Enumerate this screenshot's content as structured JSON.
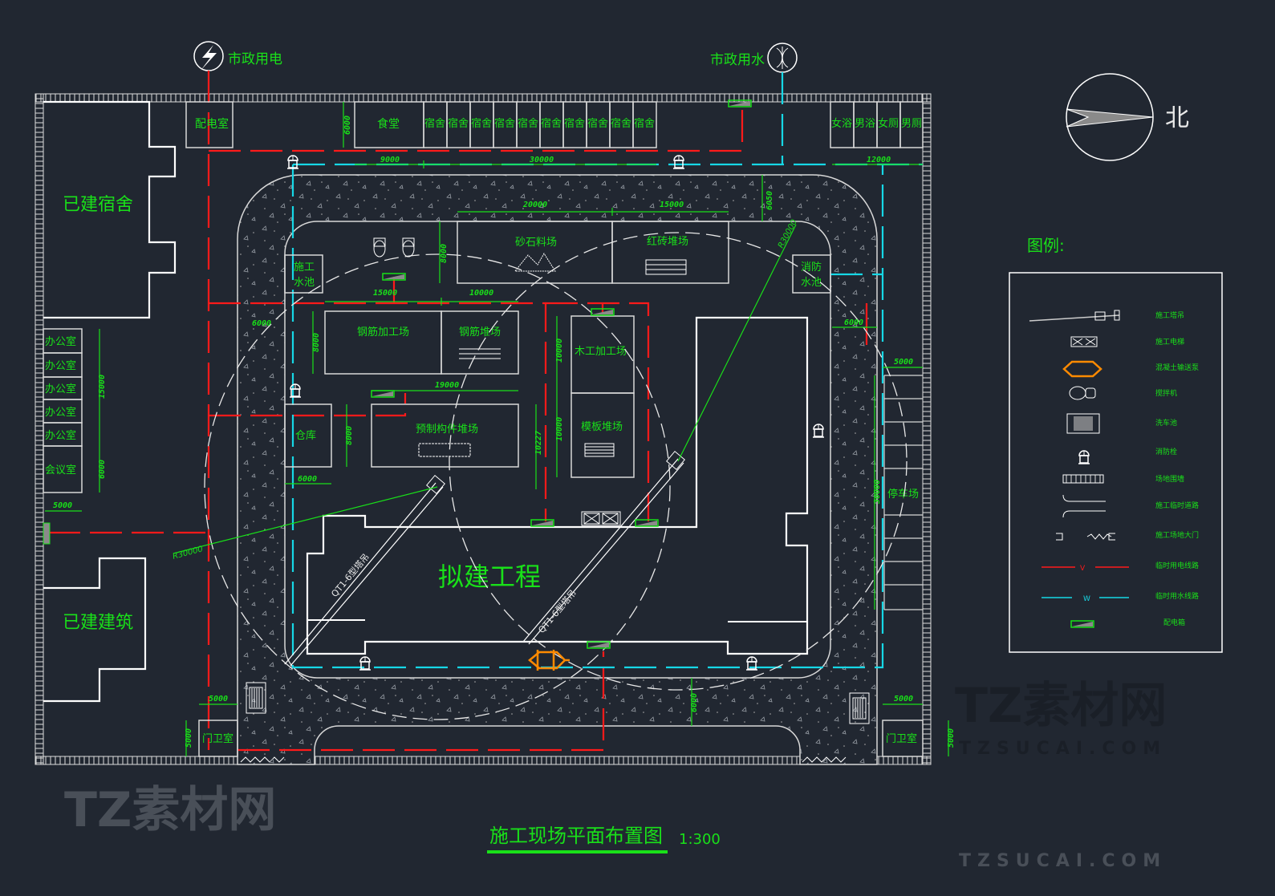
{
  "utilities": {
    "power": "市政用电",
    "water": "市政用水"
  },
  "top_buildings": {
    "power_room": "配电室",
    "canteen": "食堂",
    "dorms": [
      "宿舍",
      "宿舍",
      "宿舍",
      "宿舍",
      "宿舍",
      "宿舍",
      "宿舍",
      "宿舍",
      "宿舍",
      "宿舍"
    ],
    "sanitary": [
      "女浴",
      "男浴",
      "女厕",
      "男厕"
    ]
  },
  "existing": {
    "dorm": "已建宿舍",
    "building": "已建建筑"
  },
  "offices": [
    "办公室",
    "办公室",
    "办公室",
    "办公室",
    "办公室",
    "会议室"
  ],
  "site": {
    "construction_pool": [
      "施工",
      "水池"
    ],
    "fire_pool": [
      "消防",
      "水池"
    ],
    "sand_yard": "砂石料场",
    "brick_yard": "红砖堆场",
    "rebar_shop": "钢筋加工场",
    "rebar_yard": "钢筋堆场",
    "carpentry": "木工加工场",
    "formwork_yard": "模板堆场",
    "warehouse": "仓库",
    "precast_yard": "预制构件堆场",
    "project": "拟建工程",
    "parking": "停车场",
    "guard_left": "门卫室",
    "guard_right": "门卫室",
    "crane_label_1": "QT1-6型塔吊",
    "crane_label_2": "QT1-6型塔吊",
    "radius_1": "R30000",
    "radius_2": "R30000"
  },
  "dimensions": {
    "d_top_6000": "6000",
    "d_9000": "9000",
    "d_30000": "30000",
    "d_12000": "12000",
    "d_20000": "20000",
    "d_15000a": "15000",
    "d_6050": "6050",
    "d_8000a": "8000",
    "d_15000b": "15000",
    "d_10000a": "10000",
    "d_6000l": "6000",
    "d_8000b": "8000",
    "d_19000": "19000",
    "d_8000c": "8000",
    "d_6000w": "6000",
    "d_10227": "10227",
    "d_10000b": "10000",
    "d_10000c": "10000",
    "d_6000r": "6000",
    "d_5000r": "5000",
    "d_30000r": "30000",
    "d_15000o": "15000",
    "d_6000o": "6000",
    "d_5000o": "5000",
    "d_5000gl": "5000",
    "d_5000glv": "5000",
    "d_6000b": "6000",
    "d_5000gr": "5000",
    "d_5000grv": "5000"
  },
  "compass": {
    "north": "北"
  },
  "legend": {
    "title": "图例:",
    "items": [
      "施工塔吊",
      "施工电梯",
      "混凝土输送泵",
      "搅拌机",
      "洗车池",
      "消防栓",
      "场地围墙",
      "施工临时道路",
      "施工场地大门",
      "临时用电线路",
      "临时用水线路",
      "配电箱"
    ],
    "line_marks": {
      "power": "V",
      "water": "W"
    }
  },
  "title": {
    "main": "施工现场平面布置图",
    "scale": "1:300"
  },
  "watermark": {
    "brand": "TZ素材网",
    "url": "TZSUCAI.COM"
  },
  "colors": {
    "background": "#212731",
    "text": "#19e019",
    "power_line": "#ff1a1a",
    "water_line": "#16d8e6",
    "pump": "#ff8a00"
  }
}
